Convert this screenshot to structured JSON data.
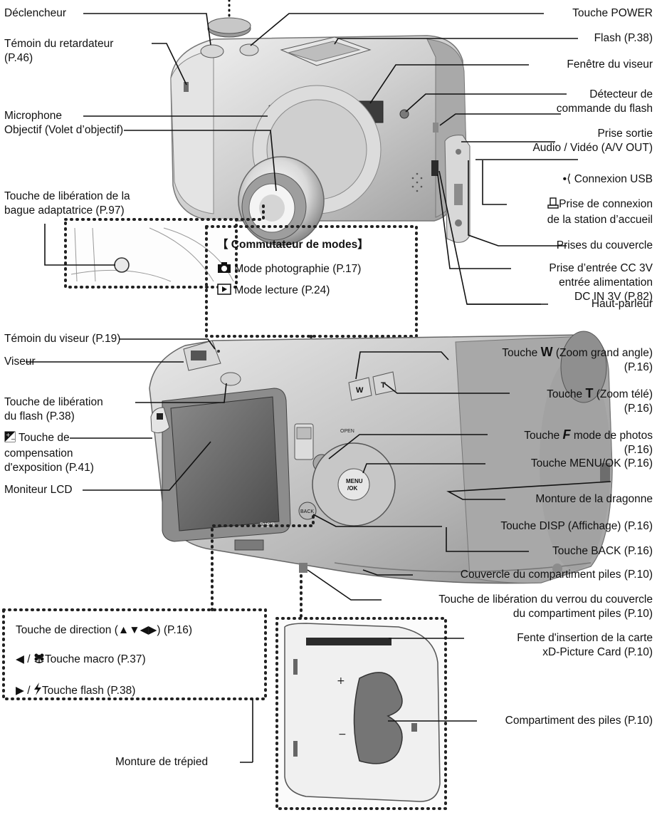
{
  "top_front": {
    "left": [
      {
        "id": "shutter",
        "lines": [
          "Déclencheur"
        ]
      },
      {
        "id": "self-timer-lamp",
        "lines": [
          "Témoin du retardateur",
          "(P.46)"
        ]
      },
      {
        "id": "microphone",
        "lines": [
          "Microphone"
        ]
      },
      {
        "id": "lens",
        "lines": [
          "Objectif (Volet d’objectif)"
        ]
      },
      {
        "id": "adapter-ring-release",
        "lines": [
          "Touche de libération de la",
          "bague adaptatrice (P.97)"
        ]
      }
    ],
    "right": [
      {
        "id": "power-button",
        "lines": [
          "Touche POWER"
        ]
      },
      {
        "id": "flash",
        "lines": [
          "Flash (P.38)"
        ]
      },
      {
        "id": "viewfinder-window",
        "lines": [
          "Fenêtre du viseur"
        ]
      },
      {
        "id": "flash-control-sensor",
        "lines": [
          "Détecteur de",
          "commande du flash"
        ]
      },
      {
        "id": "av-out",
        "lines": [
          "Prise sortie",
          "Audio / Vidéo (A/V OUT)"
        ]
      },
      {
        "id": "usb",
        "lines": [
          "Connexion USB"
        ]
      },
      {
        "id": "dock",
        "lines": [
          "Prise de connexion",
          "de la station d’accueil"
        ]
      },
      {
        "id": "cover-sockets",
        "lines": [
          "Prises du couvercle"
        ]
      },
      {
        "id": "dc-in",
        "lines": [
          "Prise d’entrée CC 3V",
          "entrée alimentation",
          "DC IN 3V (P.82)"
        ]
      },
      {
        "id": "speaker",
        "lines": [
          "Haut-parleur"
        ]
      }
    ]
  },
  "mode_switch": {
    "title": "【 Commutateur de modes】",
    "photo": "Mode photographie (P.17)",
    "playback": "Mode lecture (P.24)"
  },
  "back": {
    "left": [
      {
        "id": "viewfinder-lamp",
        "lines": [
          "Témoin du viseur (P.19)"
        ]
      },
      {
        "id": "viewfinder",
        "lines": [
          "Viseur"
        ]
      },
      {
        "id": "flash-release",
        "lines": [
          "Touche de libération",
          "du flash (P.38)"
        ]
      },
      {
        "id": "exposure-comp",
        "lines": [
          "Touche de",
          "compensation",
          "d'exposition (P.41)"
        ]
      },
      {
        "id": "lcd",
        "lines": [
          "Moniteur LCD"
        ]
      }
    ],
    "right": [
      {
        "id": "w-button",
        "prefix": "Touche ",
        "key": "W",
        "rest": " (Zoom grand angle)",
        "line2": "(P.16)"
      },
      {
        "id": "t-button",
        "prefix": "Touche ",
        "key": "T",
        "rest": " (Zoom télé)",
        "line2": "(P.16)"
      },
      {
        "id": "f-button",
        "prefix": "Touche ",
        "key": "F",
        "rest": " mode de photos",
        "line2": "(P.16)"
      },
      {
        "id": "menu-ok",
        "lines": [
          "Touche MENU/OK (P.16)"
        ]
      },
      {
        "id": "strap-mount",
        "lines": [
          "Monture de la dragonne"
        ]
      },
      {
        "id": "disp",
        "lines": [
          "Touche DISP (Affichage) (P.16)"
        ]
      },
      {
        "id": "back-btn",
        "lines": [
          "Touche BACK (P.16)"
        ]
      },
      {
        "id": "battery-cover",
        "lines": [
          "Couvercle du compartiment piles (P.10)"
        ]
      },
      {
        "id": "cover-lock",
        "lines": [
          "Touche de libération du verrou du couvercle",
          "du compartiment piles (P.10)"
        ]
      },
      {
        "id": "xd-slot",
        "lines": [
          "Fente d'insertion de la carte",
          "xD-Picture Card (P.10)"
        ]
      },
      {
        "id": "battery-comp",
        "lines": [
          "Compartiment des piles (P.10)"
        ]
      }
    ],
    "direction": {
      "main": "Touche de direction (▲▼◀▶) (P.16)",
      "macro_prefix": "◀ / ",
      "macro": "Touche macro (P.37)",
      "flash_prefix": "▶ / ",
      "flash": "Touche flash (P.38)"
    },
    "tripod": "Monture de trépied"
  },
  "camera_marks": {
    "open": "OPEN",
    "disp": "DISP",
    "back": "BACK",
    "menu": "MENU",
    "ok": "/OK",
    "w": "W",
    "t": "T"
  },
  "colors": {
    "line": "#111111",
    "body": "#c8c8c8",
    "dark": "#6c6c6c",
    "lcd": "#5f5f5f"
  }
}
